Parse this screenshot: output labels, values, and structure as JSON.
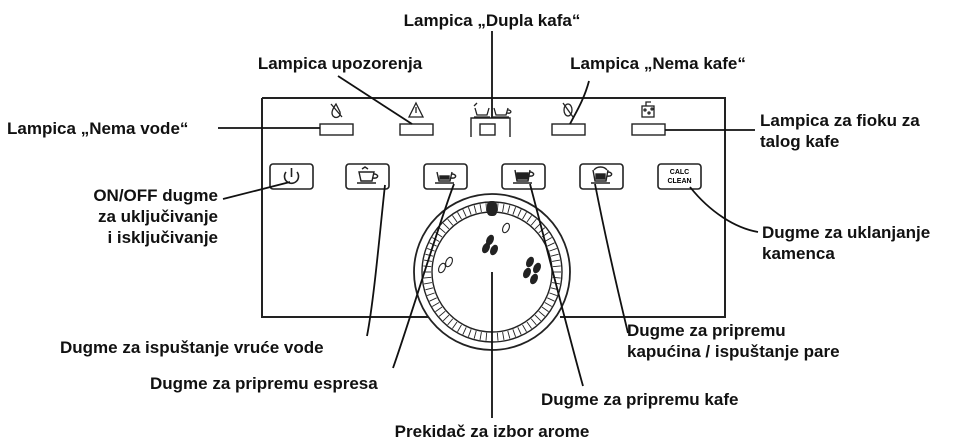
{
  "labels": {
    "dupla_kafa": "Lampica „Dupla kafa“",
    "upozorenja": "Lampica upozorenja",
    "nema_kafe": "Lampica „Nema kafe“",
    "nema_vode": "Lampica „Nema vode“",
    "fioka": [
      "Lampica za fioku za",
      "talog kafe"
    ],
    "on_off": [
      "ON/OFF dugme",
      "za uključivanje",
      "i isključivanje"
    ],
    "kamenac": [
      "Dugme za uklanjanje",
      "kamenca"
    ],
    "vruca_voda": "Dugme za ispuštanje vruće vode",
    "espreso": "Dugme za pripremu espresa",
    "kapucino": [
      "Dugme za pripremu",
      "kapućina / ispuštanje pare"
    ],
    "kafa": "Dugme za pripremu kafe",
    "aroma": "Prekidač za izbor arome"
  },
  "panel": {
    "calc_clean": [
      "CALC",
      "CLEAN"
    ]
  },
  "icons": [
    "no-water-icon",
    "warning-icon",
    "double-cup-icon",
    "no-coffee-icon",
    "grounds-drawer-icon",
    "power-icon",
    "hot-water-icon",
    "espresso-cup-icon",
    "coffee-cup-icon",
    "cappuccino-cup-icon",
    "coffee-bean-icon"
  ]
}
